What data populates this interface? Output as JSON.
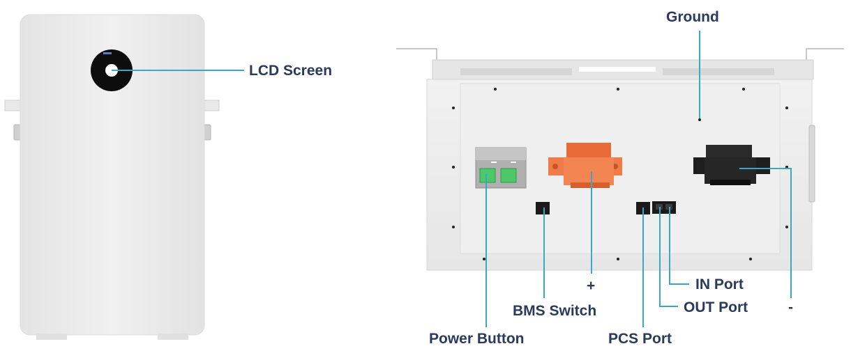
{
  "labels": {
    "lcd_screen": "LCD Screen",
    "ground": "Ground",
    "power_button": "Power Button",
    "bms_switch": "BMS Switch",
    "plus": "+",
    "pcs_port": "PCS Port",
    "in_port": "IN Port",
    "out_port": "OUT Port",
    "minus": "-"
  },
  "colors": {
    "label_text": "#2b3a5c",
    "leader_line": "#3aa8c2",
    "casing": "#ededed",
    "positive_terminal": "#f07a48",
    "negative_terminal": "#1e1e1e",
    "breaker_toggle": "#4cc76a"
  }
}
